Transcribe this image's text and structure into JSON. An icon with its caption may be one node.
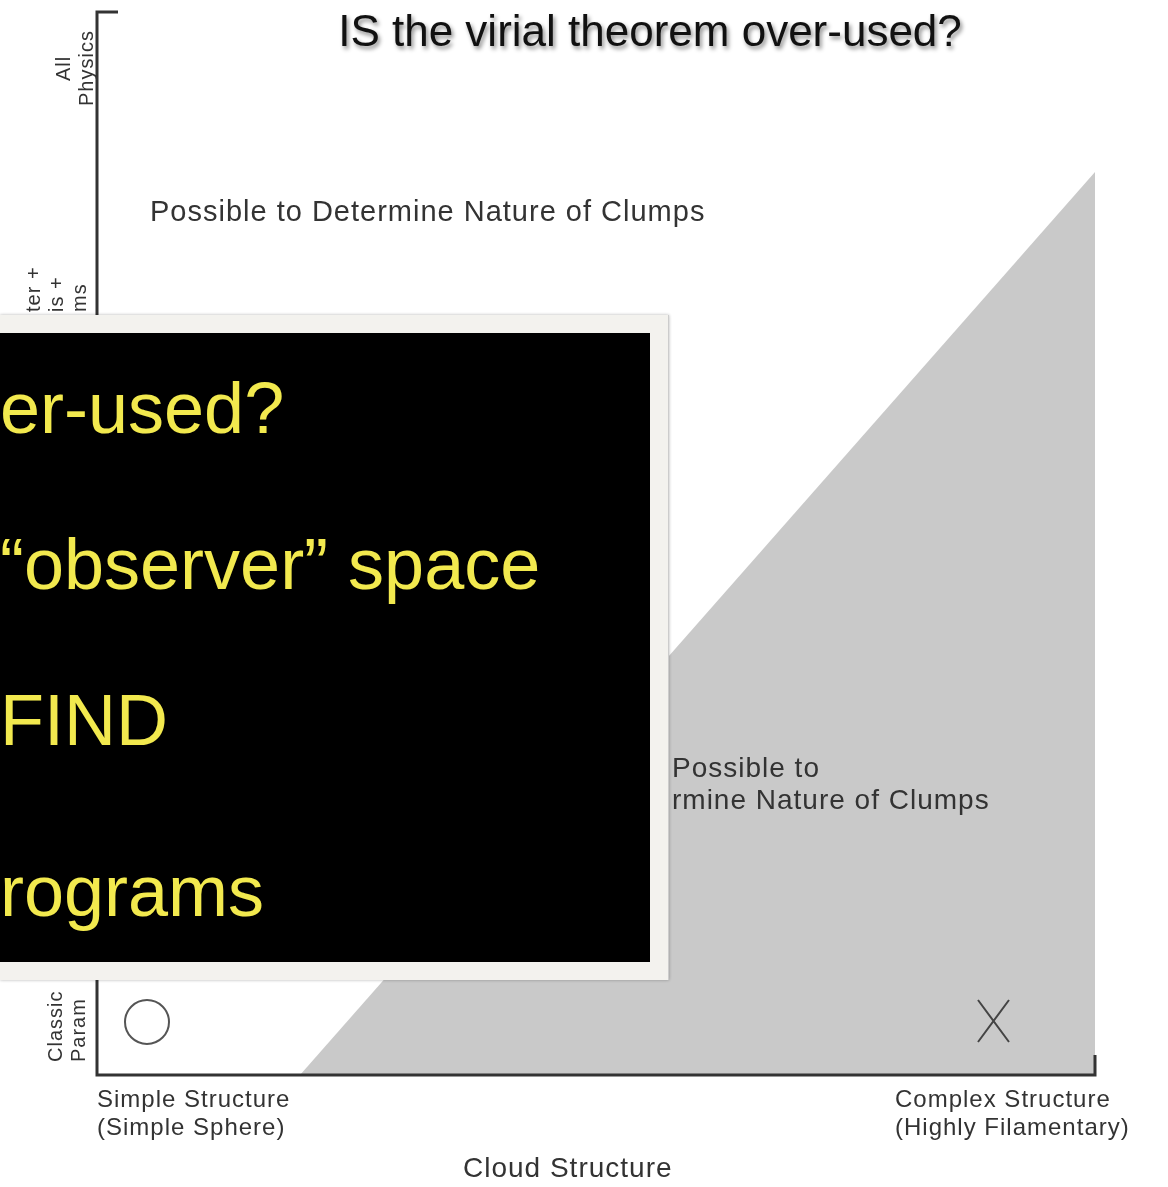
{
  "diagram": {
    "title": "IS the virial theorem over-used?",
    "labels": [
      "All Physics",
      "Possible to Determine Nature of Clumps",
      "ter + is + ms",
      "er-used?",
      "“observer” space",
      "FIND",
      "Possible to",
      "rmine Nature of Clumps",
      "rograms",
      "Classic Param",
      "Simple Structure (Simple Sphere)",
      "Complex Structure (Highly Filamentary)",
      "Cloud Structure"
    ]
  }
}
